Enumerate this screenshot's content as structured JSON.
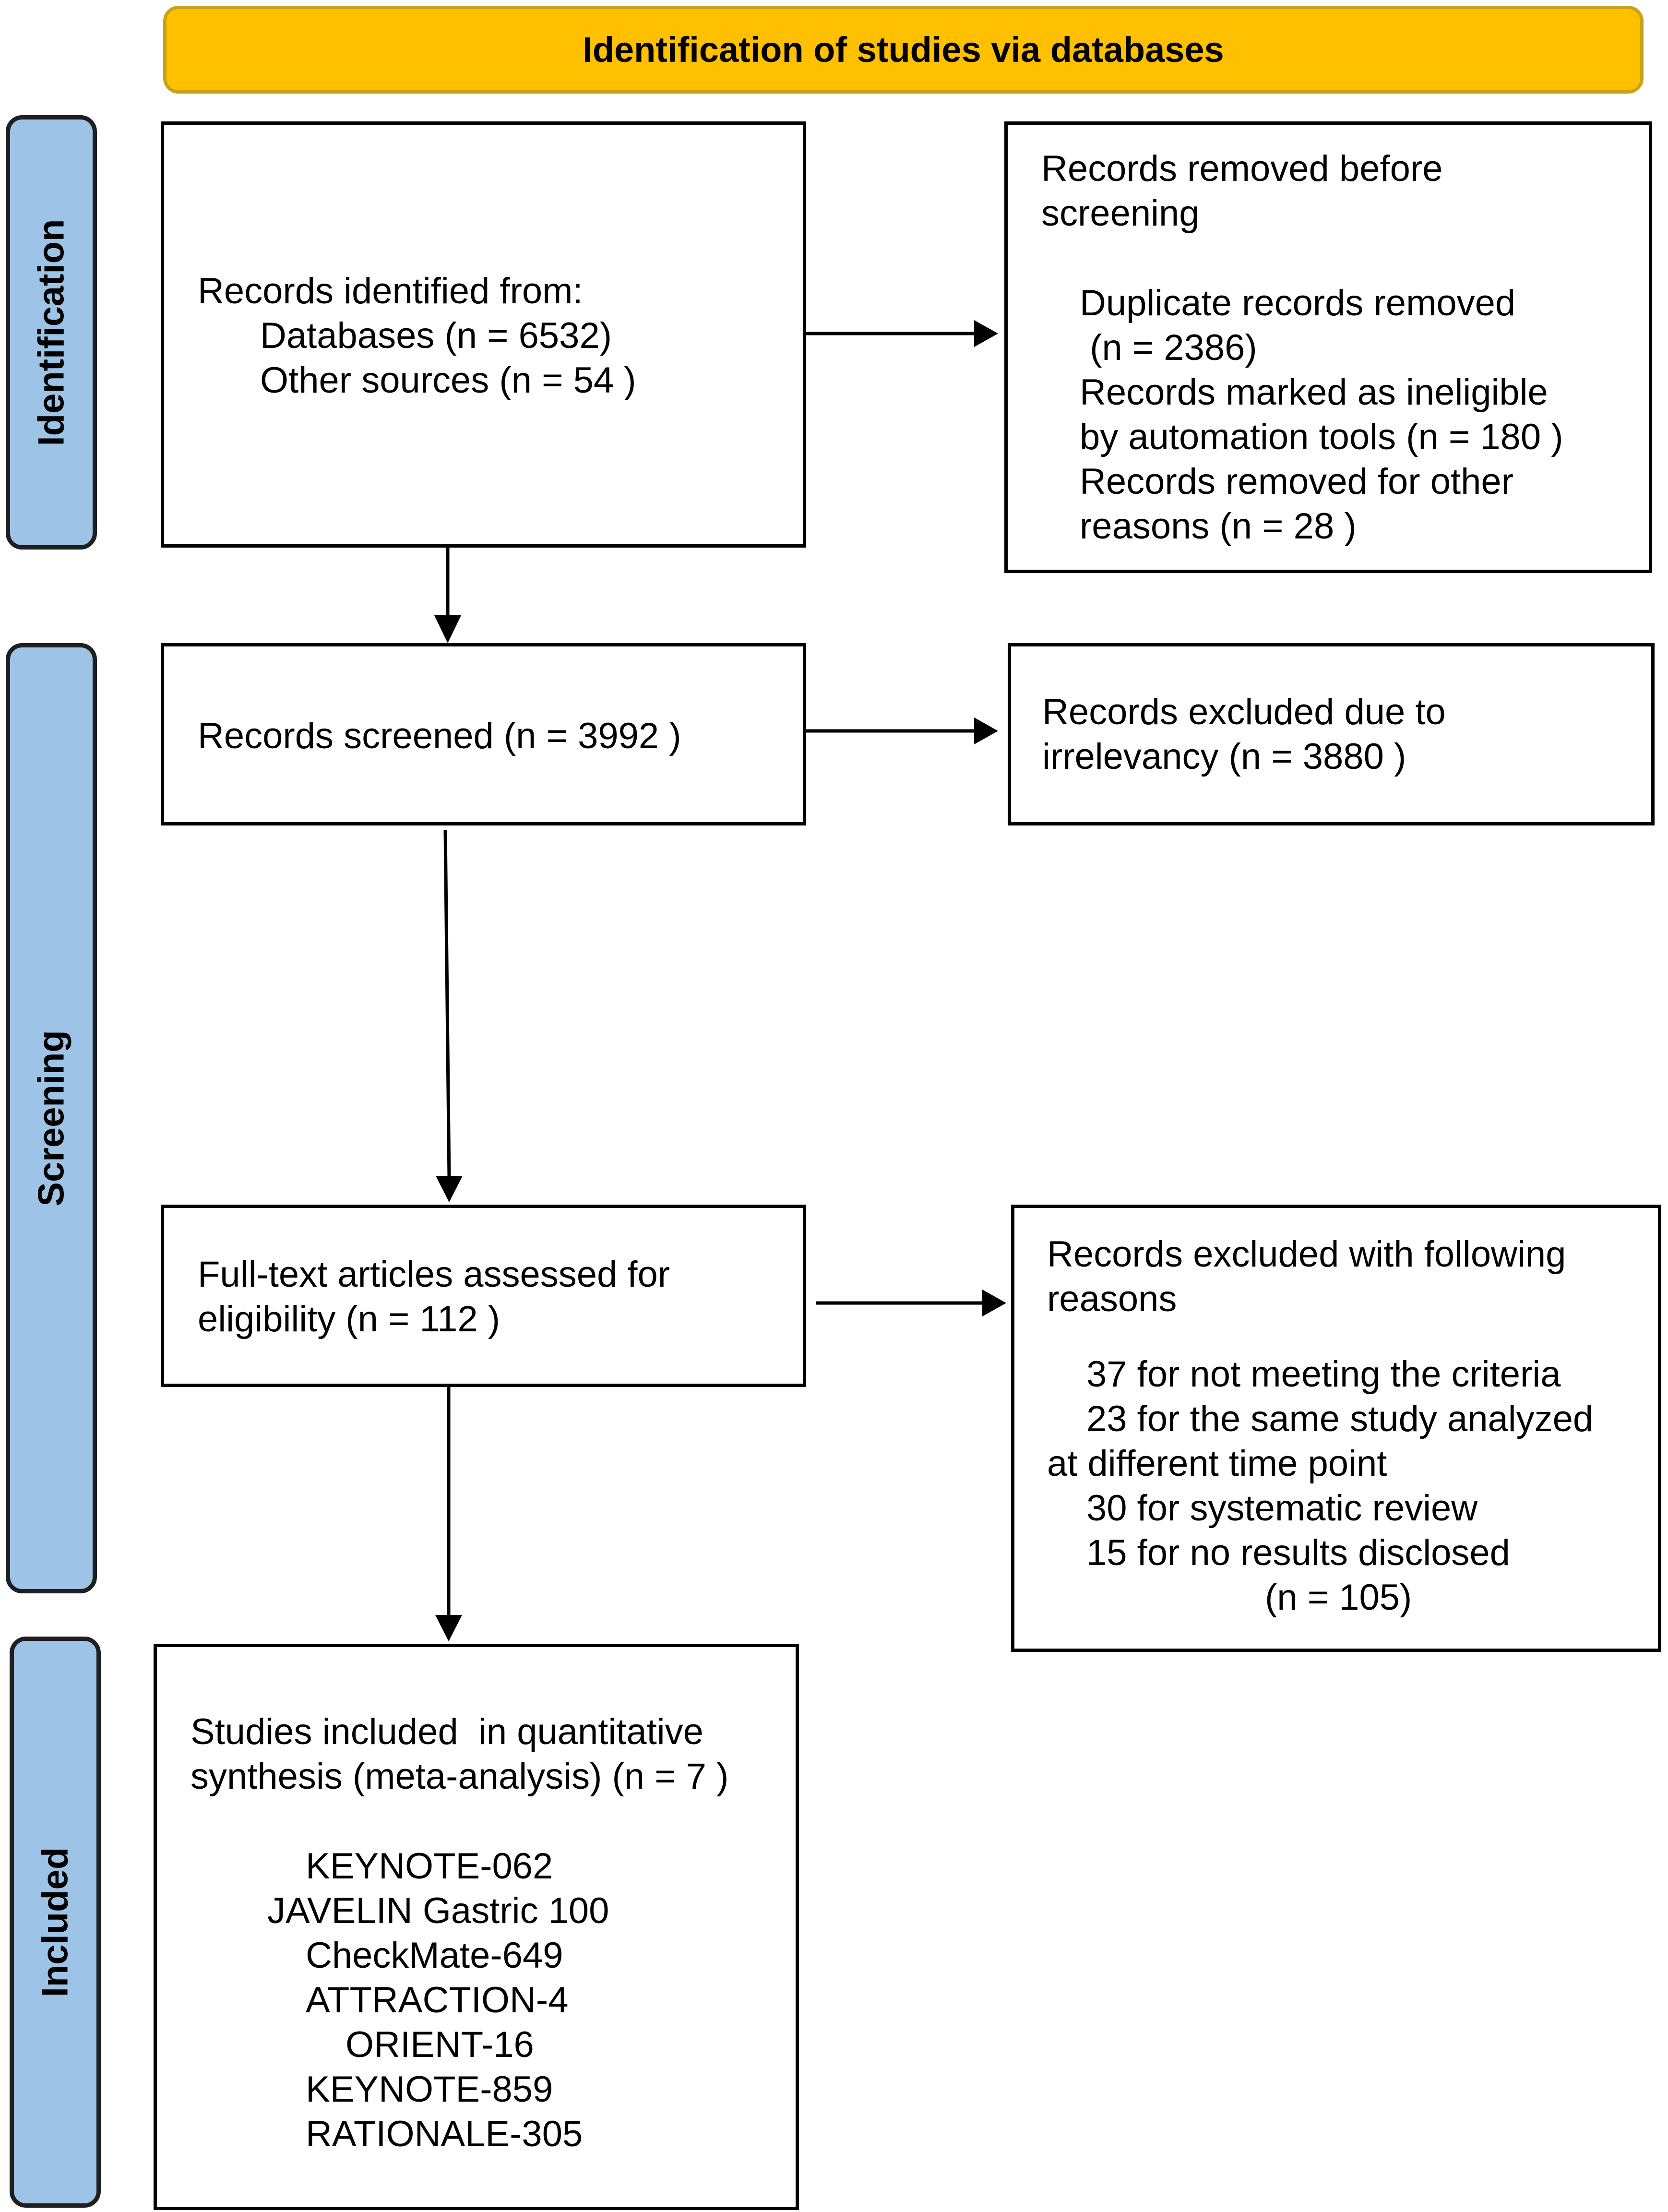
{
  "header": {
    "title": "Identification of studies via databases"
  },
  "phases": {
    "identification": "Identification",
    "screening": "Screening",
    "included": "Included"
  },
  "boxes": {
    "records_identified": {
      "heading": "Records identified from:",
      "line1": "Databases (n = 6532)",
      "line2": "Other sources (n = 54 )"
    },
    "records_removed": {
      "heading1": "Records removed before",
      "heading2": "screening",
      "line1": "Duplicate records removed",
      "line2": " (n = 2386)",
      "line3": "Records marked as ineligible",
      "line4": "by automation tools (n = 180 )",
      "line5": "Records removed for other",
      "line6": "reasons (n = 28 )"
    },
    "records_screened": {
      "text": "Records screened (n = 3992 )"
    },
    "records_excluded_irrelevancy": {
      "line1": "Records excluded due to",
      "line2": "irrelevancy (n = 3880 )"
    },
    "fulltext_assessed": {
      "line1": "Full-text articles assessed for",
      "line2": "eligibility (n = 112 )"
    },
    "records_excluded_reasons": {
      "heading1": "Records excluded with following",
      "heading2": "reasons",
      "line1": "37 for not meeting the criteria",
      "line2": "23 for the same study analyzed",
      "line3": "at different time point",
      "line4": "30 for systematic review",
      "line5": "15 for no results disclosed",
      "line6": "(n = 105)"
    },
    "studies_included": {
      "heading1": "Studies included  in quantitative",
      "heading2": "synthesis (meta-analysis) (n = 7 )",
      "studies": [
        "KEYNOTE-062",
        "JAVELIN Gastric 100",
        "CheckMate-649",
        "ATTRACTION-4",
        "ORIENT-16",
        "KEYNOTE-859",
        "RATIONALE-305"
      ]
    }
  }
}
